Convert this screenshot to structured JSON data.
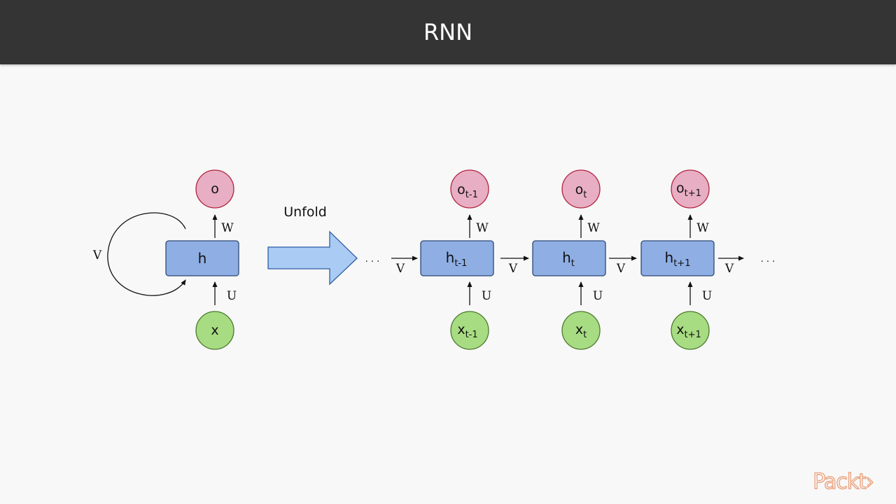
{
  "slide": {
    "title": "RNN"
  },
  "diagram": {
    "unfold_label": "Unfold",
    "folded": {
      "output": "o",
      "hidden": "h",
      "input": "x",
      "w": "W",
      "u": "U",
      "v": "V"
    },
    "unfolded": {
      "ellipsis_left": "· · ·",
      "ellipsis_right": "· · ·",
      "v": "V",
      "w": "W",
      "u": "U",
      "steps": [
        {
          "o": "o",
          "h": "h",
          "x": "x",
          "sub": "t-1"
        },
        {
          "o": "o",
          "h": "h",
          "x": "x",
          "sub": "t"
        },
        {
          "o": "o",
          "h": "h",
          "x": "x",
          "sub": "t+1"
        }
      ]
    },
    "colors": {
      "output_fill": "#e8aec3",
      "output_stroke": "#b0243f",
      "hidden_fill": "#8eaee4",
      "hidden_stroke": "#2d4a73",
      "input_fill": "#a8dc82",
      "input_stroke": "#4b7a2c",
      "arrow_fill": "#a9cbf4",
      "arrow_stroke": "#2e5ea3"
    }
  },
  "logo": {
    "text": "Packt›"
  }
}
